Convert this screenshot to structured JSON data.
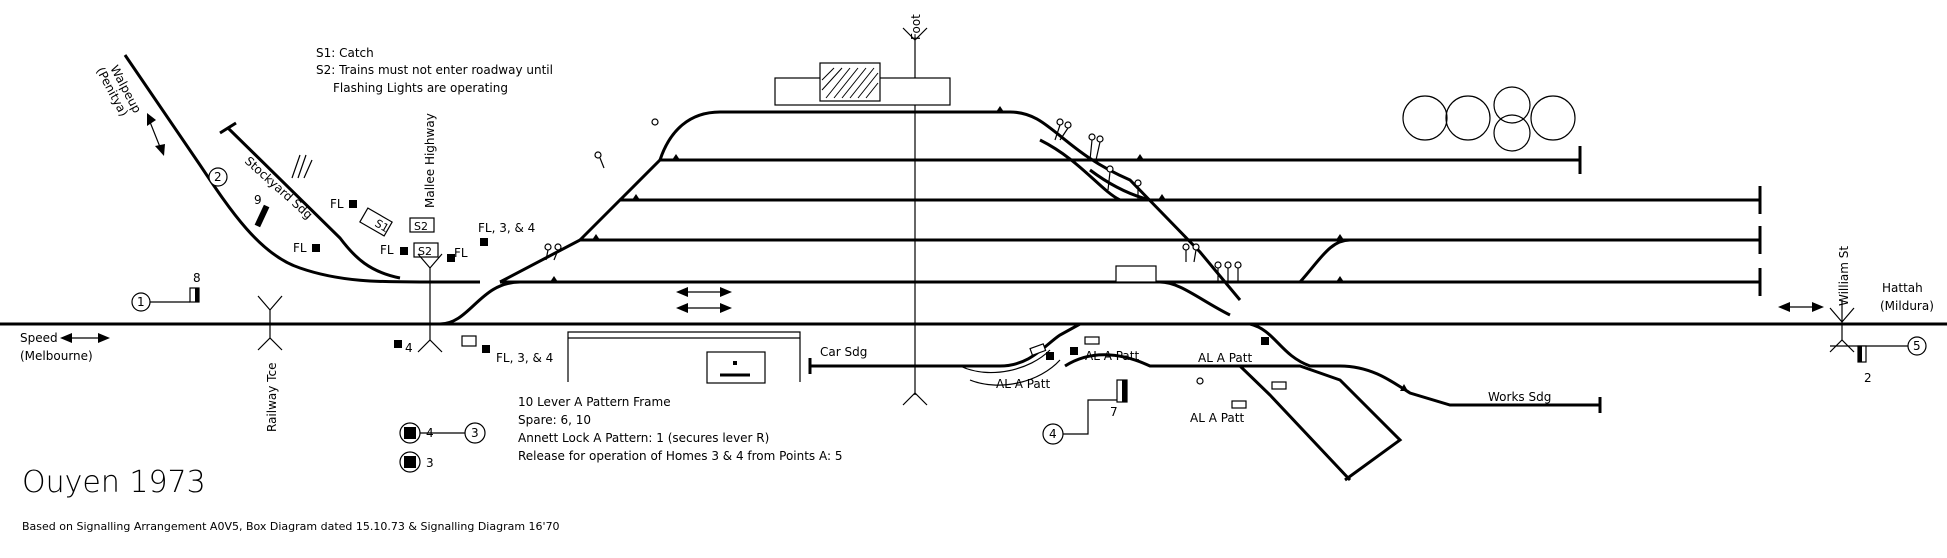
{
  "title": "Ouyen 1973",
  "source_note": "Based on Signalling Arrangement A0V5, Box Diagram dated 15.10.73 & Signalling Diagram 16'70",
  "notes": {
    "s1": "S1: Catch",
    "s2_line1": "S2: Trains must not enter roadway until",
    "s2_line2": "Flashing Lights are operating"
  },
  "frame_info": {
    "line1": "10 Lever A Pattern Frame",
    "line2": "Spare: 6, 10",
    "line3": "Annett Lock A Pattern: 1 (secures lever R)",
    "line4": "Release for operation of Homes 3 & 4 from Points A: 5"
  },
  "destinations": {
    "left_line1": "Speed",
    "left_line2": "(Melbourne)",
    "right_line1": "Hattah",
    "right_line2": "(Mildura)",
    "walpeup": "Walpeup",
    "walpeup_sub": "(Penitya)"
  },
  "roads": {
    "railway_tce": "Railway Tce",
    "mallee_highway": "Mallee Highway",
    "foot": "Foot",
    "william_st": "William St"
  },
  "sidings": {
    "stockyard": "Stockyard Sdg",
    "car": "Car Sdg",
    "works": "Works Sdg"
  },
  "labels": {
    "fl": "FL",
    "fl_34": "FL, 3, & 4",
    "al_a_patt": "AL A Patt",
    "s1_tag": "S1",
    "s2_tag": "S2"
  },
  "lever_numbers": {
    "l1": "1",
    "l2": "2",
    "l3": "3",
    "l4": "4",
    "l5": "5",
    "l7": "7",
    "l8": "8",
    "l9": "9"
  }
}
